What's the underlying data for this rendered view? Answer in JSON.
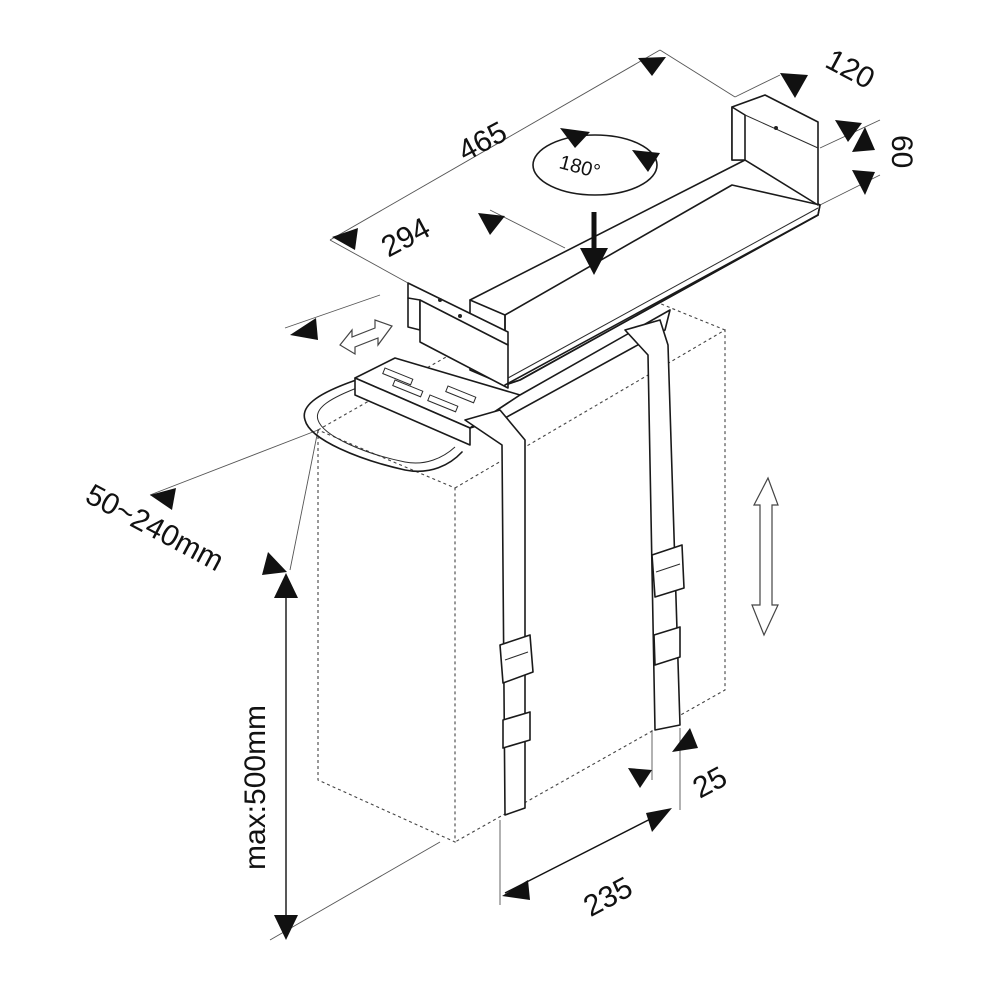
{
  "dimensions": {
    "length": "465",
    "width": "120",
    "height": "60",
    "rail": "294",
    "strap_spacing": "235",
    "strap_width": "25",
    "pc_width_range": "50~240mm",
    "pc_max_height": "max:500mm"
  },
  "rotation": {
    "label": "180°"
  }
}
